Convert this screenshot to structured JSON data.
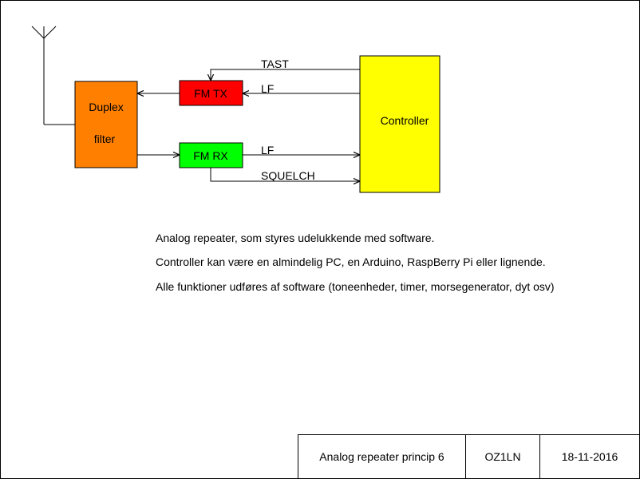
{
  "diagram": {
    "blocks": {
      "duplex": {
        "line1": "Duplex",
        "line2": "filter",
        "color": "#ff8000"
      },
      "fm_tx": {
        "label": "FM TX",
        "color": "#ff0000"
      },
      "fm_rx": {
        "label": "FM RX",
        "color": "#00ff00"
      },
      "controller": {
        "label": "Controller",
        "color": "#ffff00"
      }
    },
    "signals": {
      "tast": "TAST",
      "lf_tx": "LF",
      "lf_rx": "LF",
      "squelch": "SQUELCH"
    }
  },
  "notes": [
    "Analog repeater, som styres udelukkende med software.",
    "Controller kan være en almindelig PC, en Arduino, RaspBerry Pi eller lignende.",
    "Alle funktioner udføres af software (toneenheder, timer, morsegenerator, dyt osv)"
  ],
  "title_block": {
    "title": "Analog repeater princip 6",
    "author": "OZ1LN",
    "date": "18-11-2016"
  }
}
